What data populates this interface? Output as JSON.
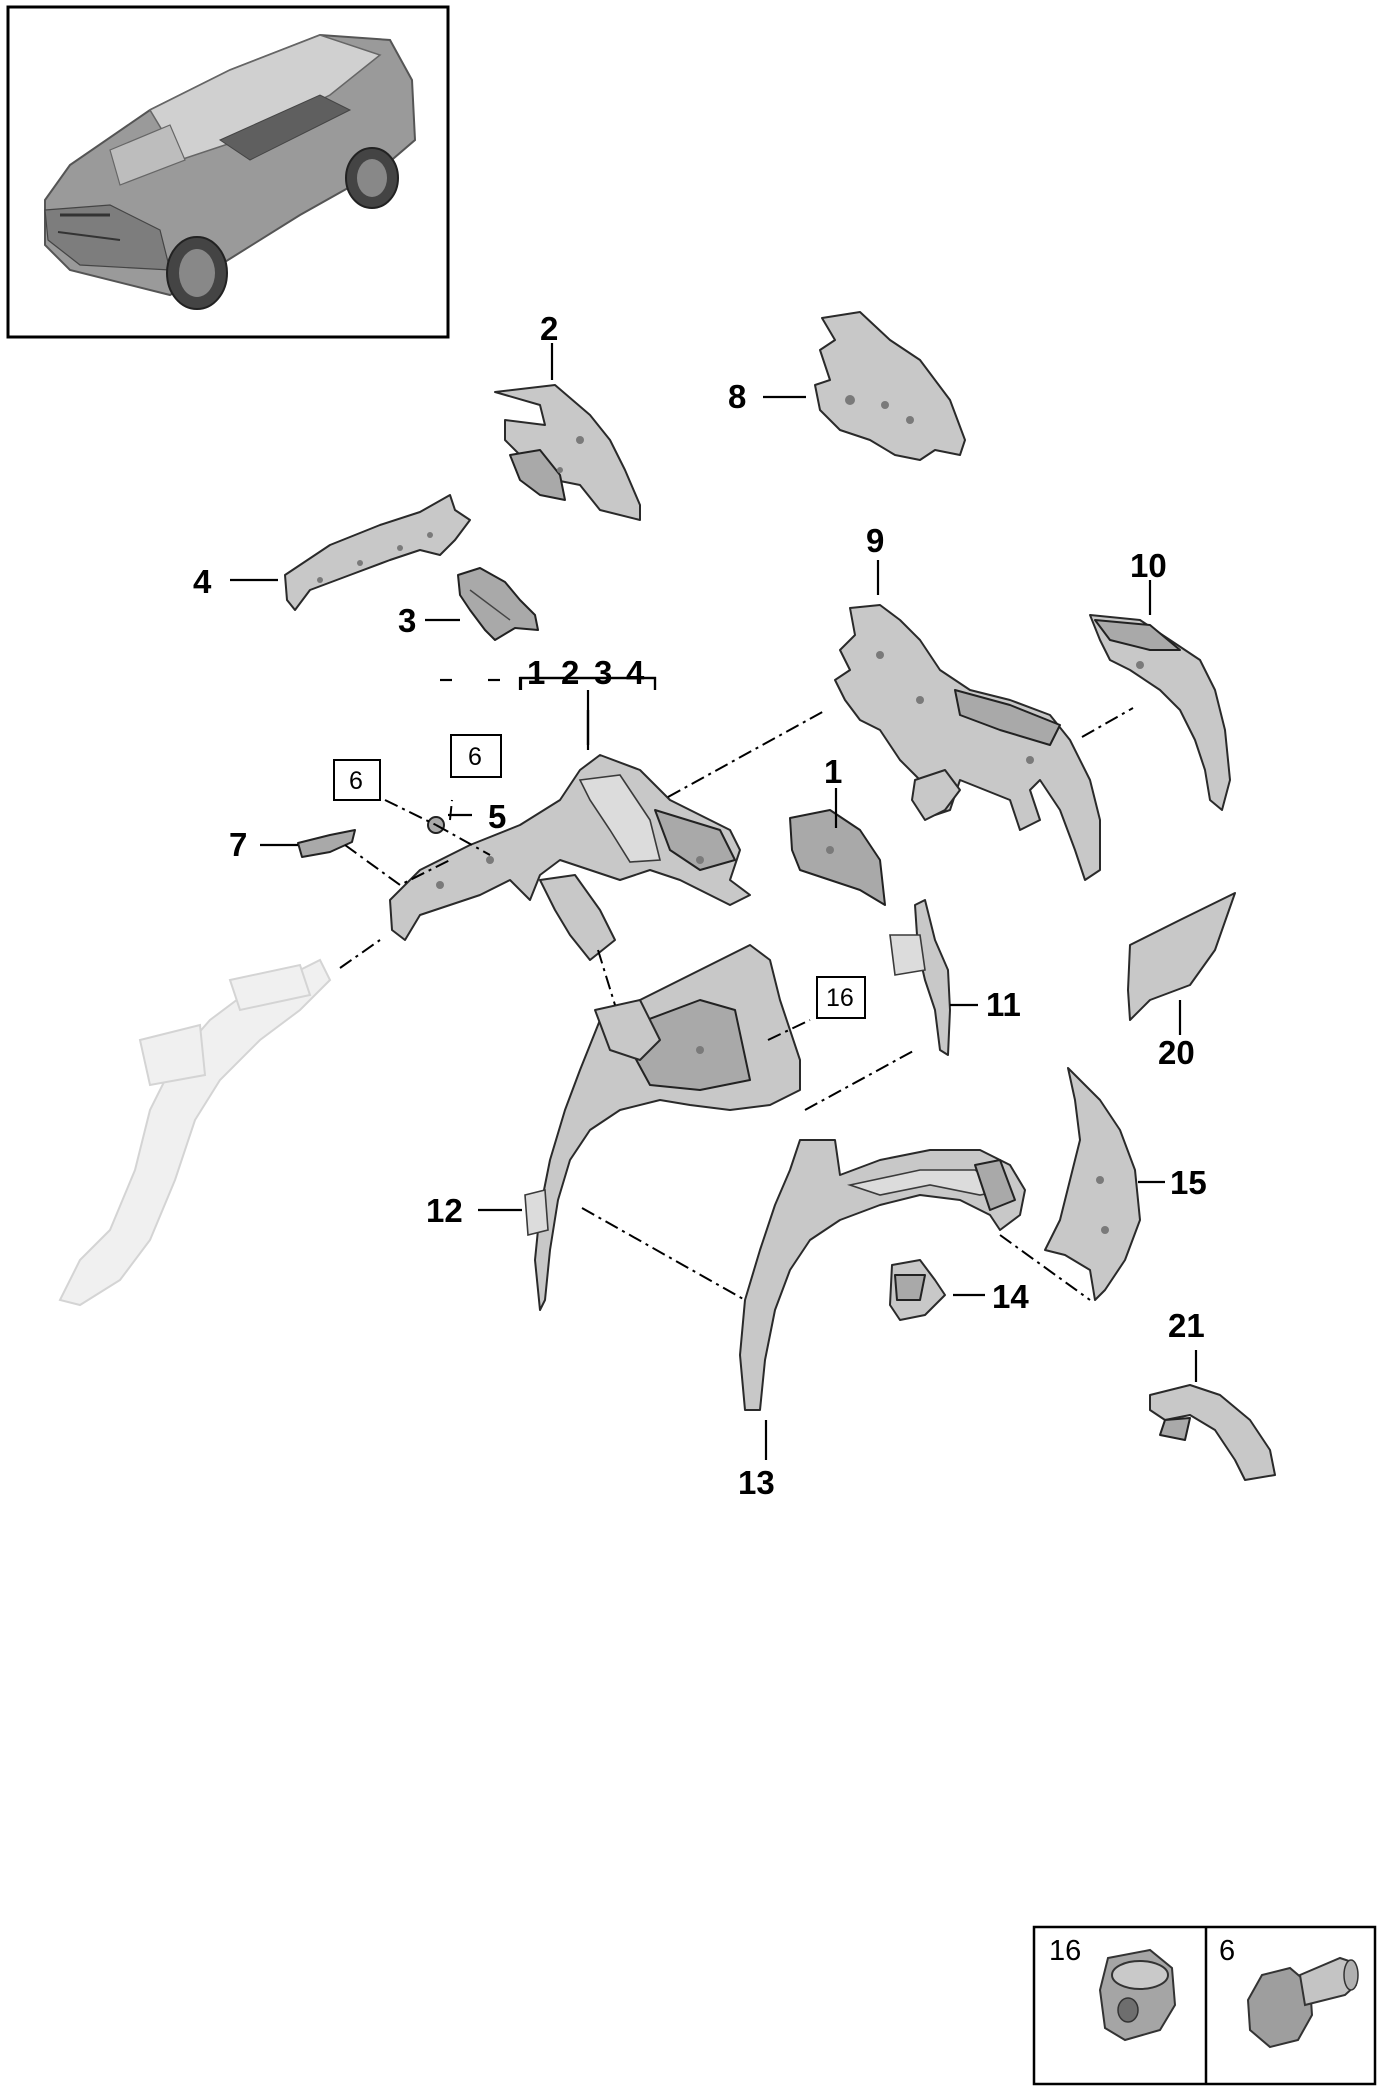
{
  "callouts": {
    "c1a": "1",
    "c2a": "2",
    "c3a": "3",
    "c4a": "4",
    "c5": "5",
    "c7": "7",
    "c8": "8",
    "c9": "9",
    "c10": "10",
    "c1b": "1",
    "c11": "11",
    "c12": "12",
    "c13": "13",
    "c14": "14",
    "c15": "15",
    "c20": "20",
    "c21": "21"
  },
  "bracket_group": [
    "1",
    "2",
    "3",
    "4"
  ],
  "boxed_refs": {
    "b6a": "6",
    "b6b": "6",
    "b16": "16"
  },
  "legend": {
    "item_left": "16",
    "item_right": "6"
  },
  "colors": {
    "part_fill": "#c8c8c8",
    "part_stroke": "#2a2a2a",
    "ghost_fill": "#f0f0f0",
    "line": "#000000"
  }
}
